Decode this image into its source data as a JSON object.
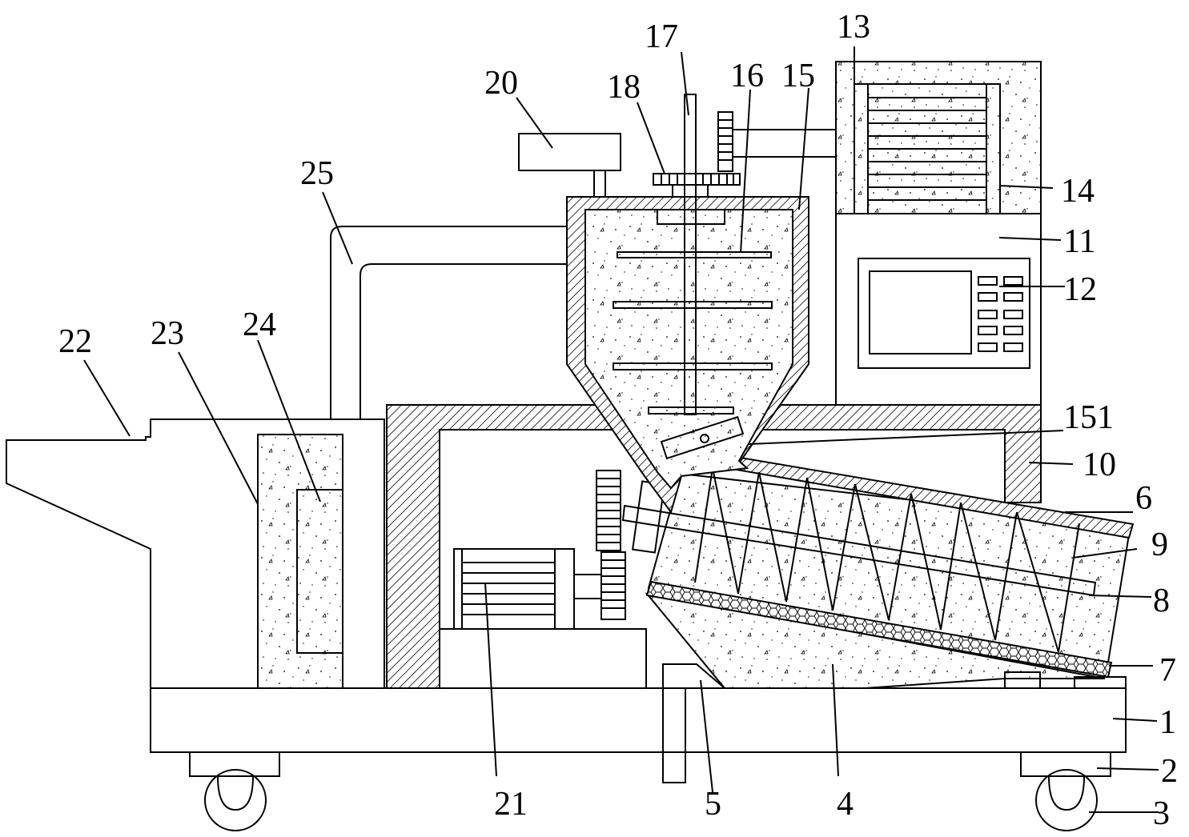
{
  "labels": {
    "l1": "1",
    "l2": "2",
    "l3": "3",
    "l4": "4",
    "l5": "5",
    "l6": "6",
    "l7": "7",
    "l8": "8",
    "l9": "9",
    "l10": "10",
    "l11": "11",
    "l12": "12",
    "l13": "13",
    "l14": "14",
    "l15": "15",
    "l151": "151",
    "l16": "16",
    "l17": "17",
    "l18": "18",
    "l20": "20",
    "l21": "21",
    "l22": "22",
    "l23": "23",
    "l24": "24",
    "l25": "25"
  },
  "colors": {
    "line": "#000000",
    "background": "#ffffff"
  }
}
